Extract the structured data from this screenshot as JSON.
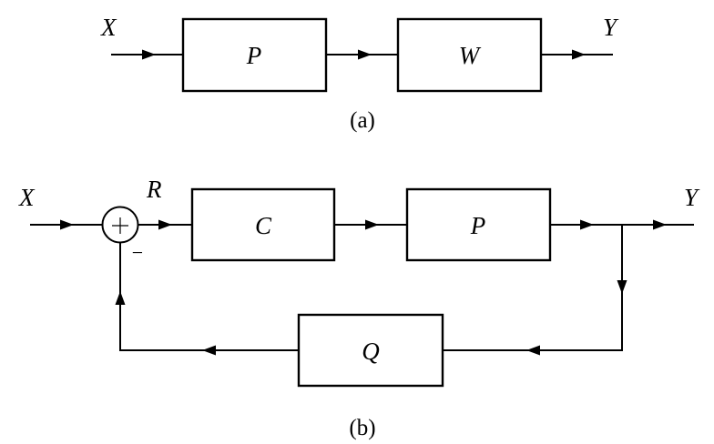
{
  "diagrams": {
    "a": {
      "caption": "(a)",
      "input_label": "X",
      "output_label": "Y",
      "blocks": [
        {
          "id": "P",
          "label": "P"
        },
        {
          "id": "W",
          "label": "W"
        }
      ]
    },
    "b": {
      "caption": "(b)",
      "input_label": "X",
      "output_label": "Y",
      "error_label": "R",
      "summing_junction": {
        "plus_sign": "+",
        "minus_sign": "−"
      },
      "blocks": [
        {
          "id": "C",
          "label": "C"
        },
        {
          "id": "P",
          "label": "P"
        },
        {
          "id": "Q",
          "label": "Q"
        }
      ]
    }
  },
  "connections": {
    "a": [
      "X -> P",
      "P -> W",
      "W -> Y"
    ],
    "b": [
      "X -> sum(+)",
      "sum -> R -> C",
      "C -> P",
      "P -> Y",
      "P -> branch -> Q",
      "Q -> sum(-)"
    ]
  }
}
